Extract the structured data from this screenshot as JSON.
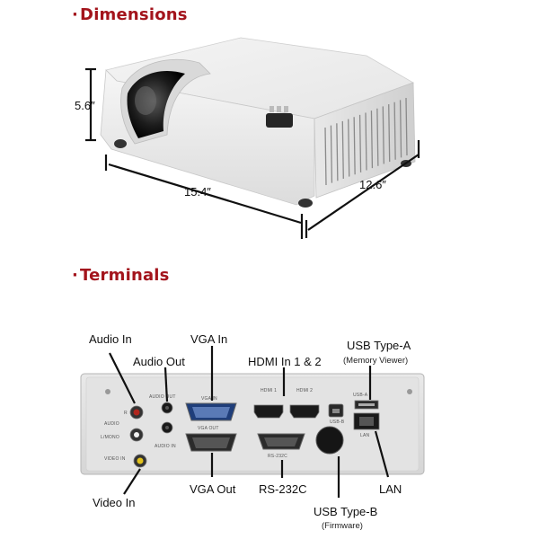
{
  "sections": {
    "dimensions": {
      "bullet": "·",
      "title": "Dimensions"
    },
    "terminals": {
      "bullet": "·",
      "title": "Terminals"
    }
  },
  "dimensions": {
    "height": "5.6″",
    "width": "15.4″",
    "depth": "12.6″"
  },
  "terminals": {
    "audio_in": "Audio In",
    "audio_out": "Audio Out",
    "vga_in": "VGA In",
    "hdmi_in": "HDMI In 1 & 2",
    "usb_a": "USB Type-A",
    "usb_a_sub": "(Memory Viewer)",
    "video_in": "Video In",
    "vga_out": "VGA Out",
    "rs232c": "RS-232C",
    "usb_b": "USB Type-B",
    "usb_b_sub": "(Firmware)",
    "lan": "LAN"
  },
  "panel_labels": {
    "audio_out": "AUDIO OUT",
    "vga_in": "VGA IN",
    "hdmi1": "HDMI 1",
    "hdmi2": "HDMI 2",
    "usb_a": "USB-A",
    "usb_b": "USB-B",
    "r": "R",
    "audio": "AUDIO",
    "l_mono": "L/MONO",
    "audio_in": "AUDIO IN",
    "vga_out": "VGA OUT",
    "rs232c": "RS-232C",
    "lan": "LAN",
    "video_in": "VIDEO IN"
  },
  "colors": {
    "title_red": "#a3141c",
    "connector_red": "#b0261e",
    "connector_yellow": "#e2c21c"
  }
}
